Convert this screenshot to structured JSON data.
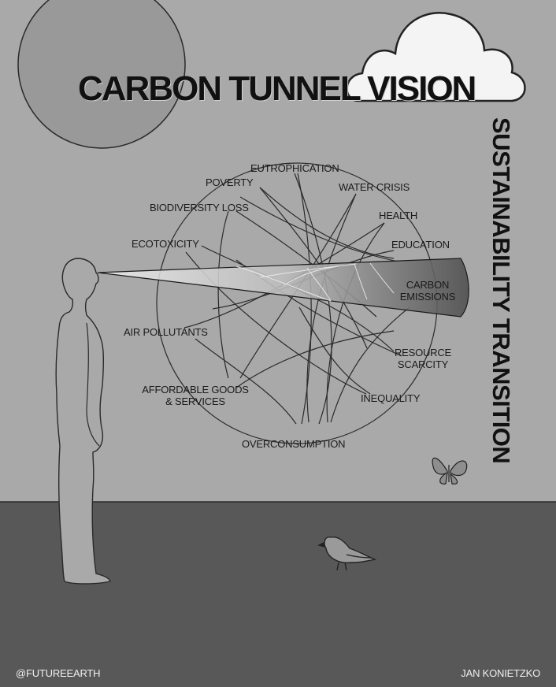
{
  "title": "CARBON TUNNEL VISION",
  "side_title": "SUSTAINABILITY TRANSITION",
  "nodes": {
    "eutrophication": "EUTROPHICATION",
    "poverty": "POVERTY",
    "water_crisis": "WATER CRISIS",
    "biodiversity_loss": "BIODIVERSITY LOSS",
    "health": "HEALTH",
    "ecotoxicity": "ECOTOXICITY",
    "education": "EDUCATION",
    "carbon_emissions_l1": "CARBON",
    "carbon_emissions_l2": "EMISSIONS",
    "air_pollutants": "AIR POLLUTANTS",
    "resource_scarcity_l1": "RESOURCE",
    "resource_scarcity_l2": "SCARCITY",
    "affordable_goods_l1": "AFFORDABLE GOODS",
    "affordable_goods_l2": "& SERVICES",
    "inequality": "INEQUALITY",
    "overconsumption": "OVERCONSUMPTION"
  },
  "credits": {
    "left": "@FUTUREEARTH",
    "right": "JAN KONIETZKO"
  },
  "colors": {
    "sky": "#a9a9a9",
    "ground": "#585858",
    "outline": "#222222",
    "cloud": "#f4f4f4"
  }
}
